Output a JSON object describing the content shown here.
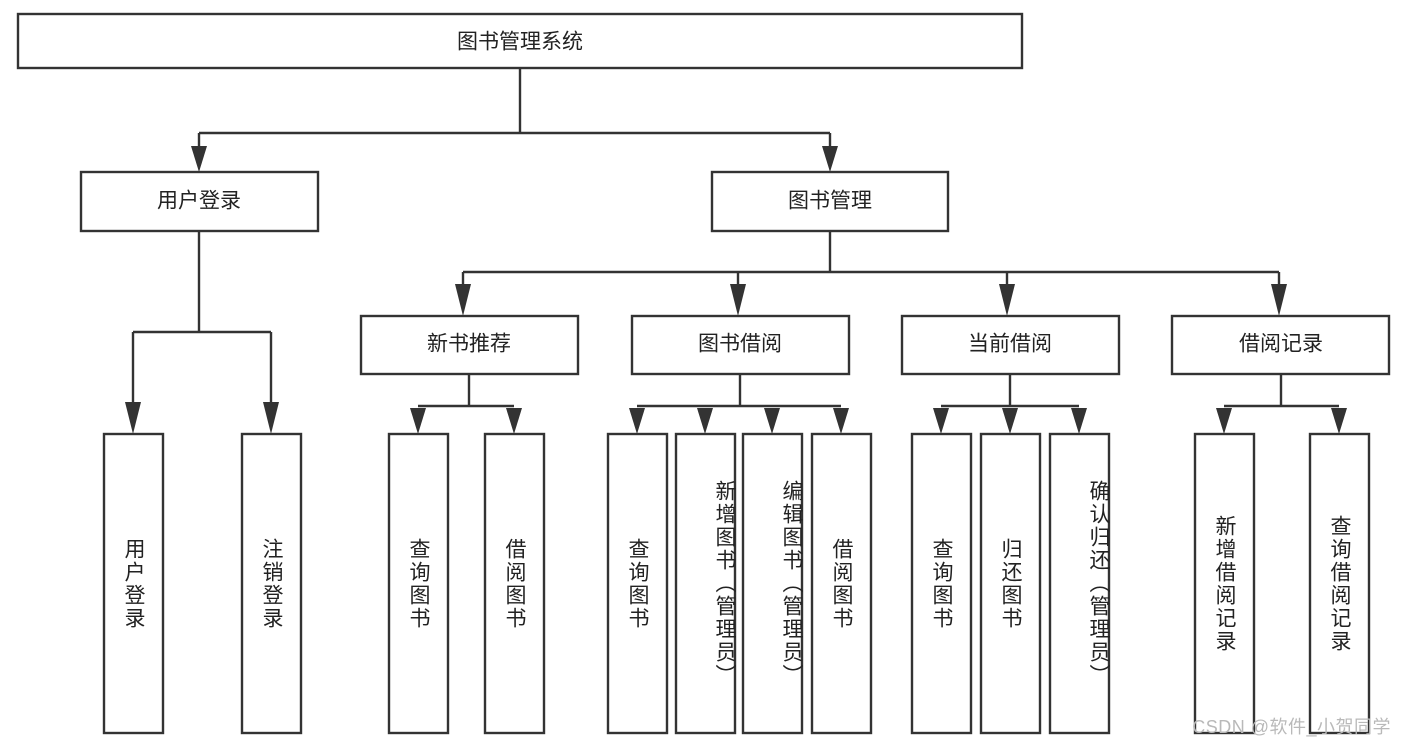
{
  "diagram": {
    "title": "图书管理系统",
    "type": "tree-hierarchy",
    "watermark": "CSDN @软件_小贺同学",
    "colors": {
      "stroke": "#333333",
      "box_fill": "#ffffff",
      "text": "#222222",
      "background": "#ffffff",
      "watermark": "#b9b9b9"
    },
    "root": {
      "id": "root",
      "label": "图书管理系统",
      "orientation": "horizontal"
    },
    "level2": [
      {
        "id": "user-login",
        "label": "用户登录",
        "orientation": "horizontal"
      },
      {
        "id": "book-manage",
        "label": "图书管理",
        "orientation": "horizontal"
      }
    ],
    "level3": [
      {
        "id": "new-book-recommend",
        "label": "新书推荐",
        "parent": "book-manage",
        "orientation": "horizontal"
      },
      {
        "id": "book-borrow",
        "label": "图书借阅",
        "parent": "book-manage",
        "orientation": "horizontal"
      },
      {
        "id": "current-borrow",
        "label": "当前借阅",
        "parent": "book-manage",
        "orientation": "horizontal"
      },
      {
        "id": "borrow-record",
        "label": "借阅记录",
        "parent": "book-manage",
        "orientation": "horizontal"
      }
    ],
    "leaves": [
      {
        "id": "leaf-user-login",
        "label": "用户登录",
        "parent": "user-login",
        "orientation": "vertical"
      },
      {
        "id": "leaf-logout",
        "label": "注销登录",
        "parent": "user-login",
        "orientation": "vertical"
      },
      {
        "id": "leaf-query-book-1",
        "label": "查询图书",
        "parent": "new-book-recommend",
        "orientation": "vertical"
      },
      {
        "id": "leaf-borrow-book-1",
        "label": "借阅图书",
        "parent": "new-book-recommend",
        "orientation": "vertical"
      },
      {
        "id": "leaf-query-book-2",
        "label": "查询图书",
        "parent": "book-borrow",
        "orientation": "vertical"
      },
      {
        "id": "leaf-add-book",
        "label": "新增图书（管理员）",
        "parent": "book-borrow",
        "orientation": "vertical"
      },
      {
        "id": "leaf-edit-book",
        "label": "编辑图书（管理员）",
        "parent": "book-borrow",
        "orientation": "vertical"
      },
      {
        "id": "leaf-borrow-book-2",
        "label": "借阅图书",
        "parent": "book-borrow",
        "orientation": "vertical"
      },
      {
        "id": "leaf-query-book-3",
        "label": "查询图书",
        "parent": "current-borrow",
        "orientation": "vertical"
      },
      {
        "id": "leaf-return-book",
        "label": "归还图书",
        "parent": "current-borrow",
        "orientation": "vertical"
      },
      {
        "id": "leaf-confirm-return",
        "label": "确认归还（管理员）",
        "parent": "current-borrow",
        "orientation": "vertical"
      },
      {
        "id": "leaf-add-record",
        "label": "新增借阅记录",
        "parent": "borrow-record",
        "orientation": "vertical"
      },
      {
        "id": "leaf-query-record",
        "label": "查询借阅记录",
        "parent": "borrow-record",
        "orientation": "vertical"
      }
    ]
  }
}
